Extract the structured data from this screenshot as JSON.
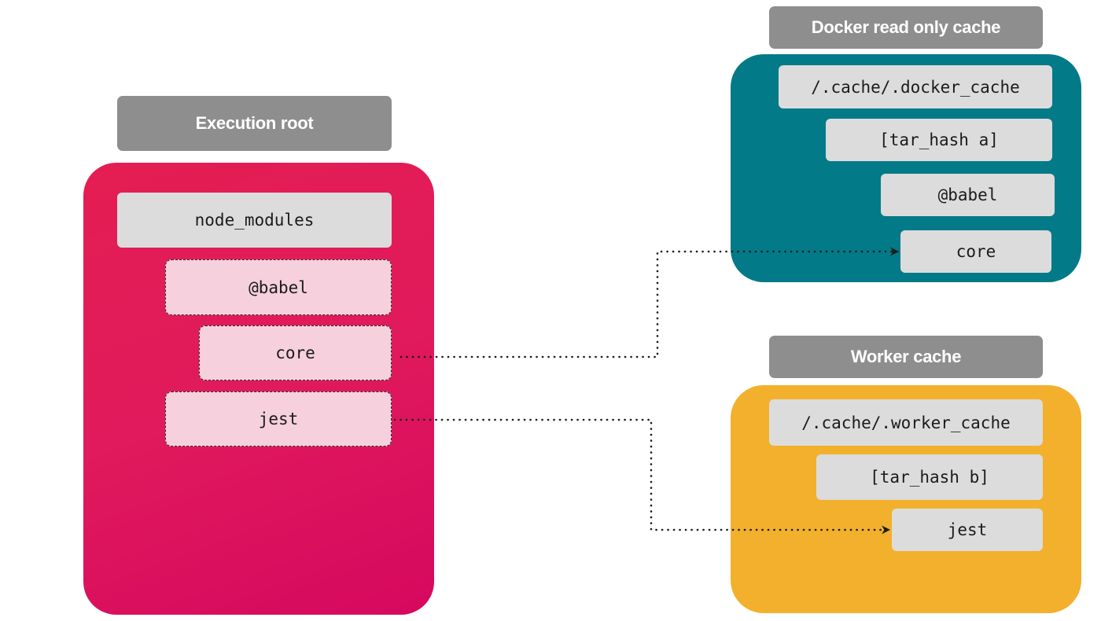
{
  "execution_root": {
    "title": "Execution root",
    "items": [
      "node_modules",
      "@babel",
      "core",
      "jest"
    ]
  },
  "docker_cache": {
    "title": "Docker read only cache",
    "items": [
      "/.cache/.docker_cache",
      "[tar_hash a]",
      "@babel",
      "core"
    ]
  },
  "worker_cache": {
    "title": "Worker cache",
    "items": [
      "/.cache/.worker_cache",
      "[tar_hash b]",
      "jest"
    ]
  },
  "colors": {
    "execution_root": "#e11d57",
    "docker_cache": "#027a87",
    "worker_cache": "#f2b02c",
    "title_tab": "#8e8e8e",
    "item_box": "#dcdcdc",
    "linked_item": "#f6d0dc"
  }
}
